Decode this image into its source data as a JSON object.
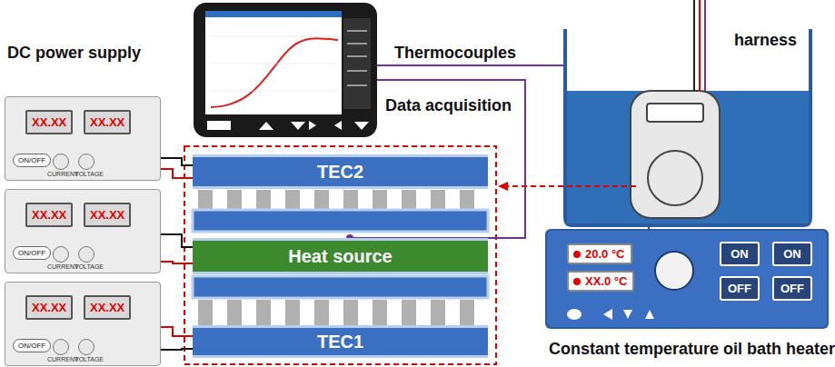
{
  "diagram": {
    "nodes": [
      {
        "text": [
          "TEC2"
        ]
      },
      {
        "text": [
          "Heat source"
        ]
      },
      {
        "text": [
          "TEC1"
        ]
      },
      {
        "text": [
          "XX.XX",
          "XX.XX",
          "ON/OFF",
          "CURRENT",
          "VOLTAGE"
        ]
      },
      {
        "text": [
          "XX.XX",
          "XX.XX",
          "ON/OFF",
          "CURRENT",
          "VOLTAGE"
        ]
      },
      {
        "text": [
          "XX.XX",
          "XX.XX",
          "ON/OFF",
          "CURRENT",
          "VOLTAGE"
        ]
      },
      {
        "text": [
          "20.0 °C",
          "XX.0 °C",
          "ON",
          "OFF",
          "ON",
          "OFF"
        ]
      }
    ],
    "edges": [
      {
        "from": 3,
        "to": 0,
        "arrow": "none"
      },
      {
        "from": 3,
        "to": 0,
        "arrow": "none"
      },
      {
        "from": 4,
        "to": 1,
        "arrow": "none"
      },
      {
        "from": 4,
        "to": 1,
        "arrow": "none"
      },
      {
        "from": 5,
        "to": 2,
        "arrow": "none"
      },
      {
        "from": 5,
        "to": 2,
        "arrow": "none"
      }
    ],
    "labels": [
      "DC power supply",
      "Data acquisition",
      "Thermocouples",
      "harness",
      "Constant temperature oil bath heater"
    ]
  }
}
